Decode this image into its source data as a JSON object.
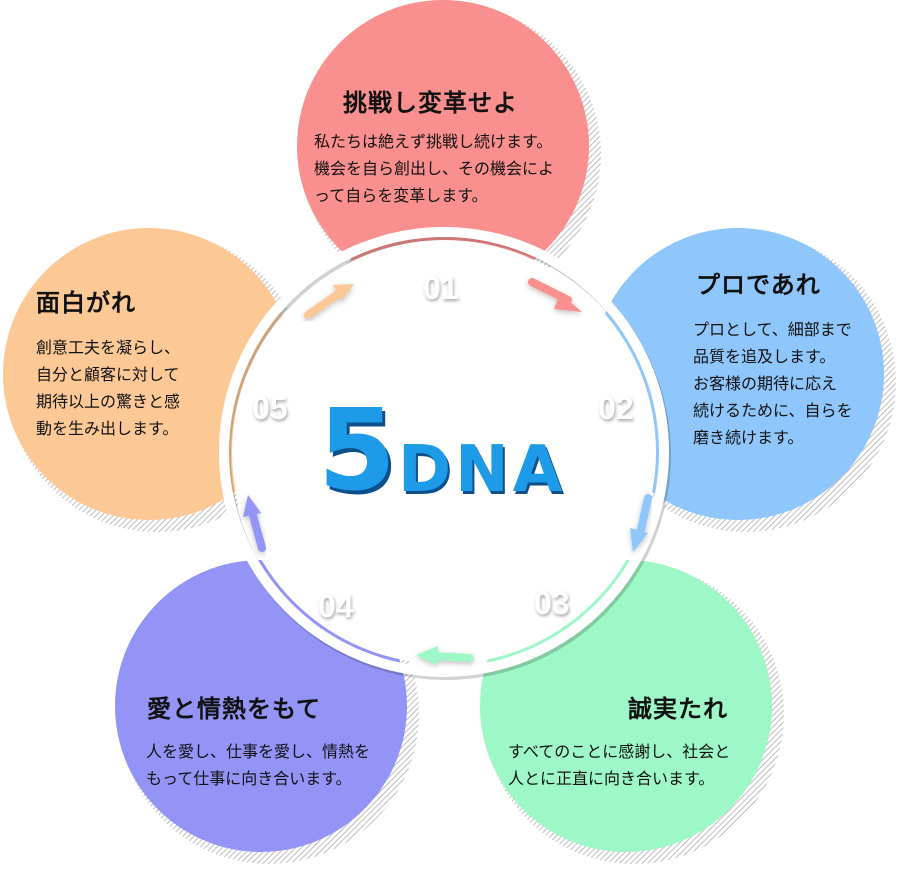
{
  "center": {
    "number": "5",
    "label": "DNA"
  },
  "items": [
    {
      "num": "01",
      "title": "挑戦し変革せよ",
      "lines": [
        "私たちは絶えず挑戦し続けます。",
        "機会を自ら創出し、その機会によ",
        "って自らを変革します。"
      ],
      "color": "#f98f8f"
    },
    {
      "num": "02",
      "title": "プロであれ",
      "lines": [
        "プロとして、細部まで",
        "品質を追及します。",
        "お客様の期待に応え",
        "続けるために、自らを",
        "磨き続けます。"
      ],
      "color": "#8fc6fb"
    },
    {
      "num": "03",
      "title": "誠実たれ",
      "lines": [
        "すべてのことに感謝し、社会と",
        "人とに正直に向き合います。"
      ],
      "color": "#9ef7c6"
    },
    {
      "num": "04",
      "title": "愛と情熱をもて",
      "lines": [
        "人を愛し、仕事を愛し、情熱を",
        "もって仕事に向き合います。"
      ],
      "color": "#9494f7"
    },
    {
      "num": "05",
      "title": "面白がれ",
      "lines": [
        "創意工夫を凝らし、",
        "自分と顧客に対して",
        "期待以上の驚きと感",
        "動を生み出します。"
      ],
      "color": "#fcc896"
    }
  ],
  "colors": {
    "logo": "#1e9be8",
    "logo_shadow": "#0d4f8a",
    "ring": "#ffffff"
  }
}
